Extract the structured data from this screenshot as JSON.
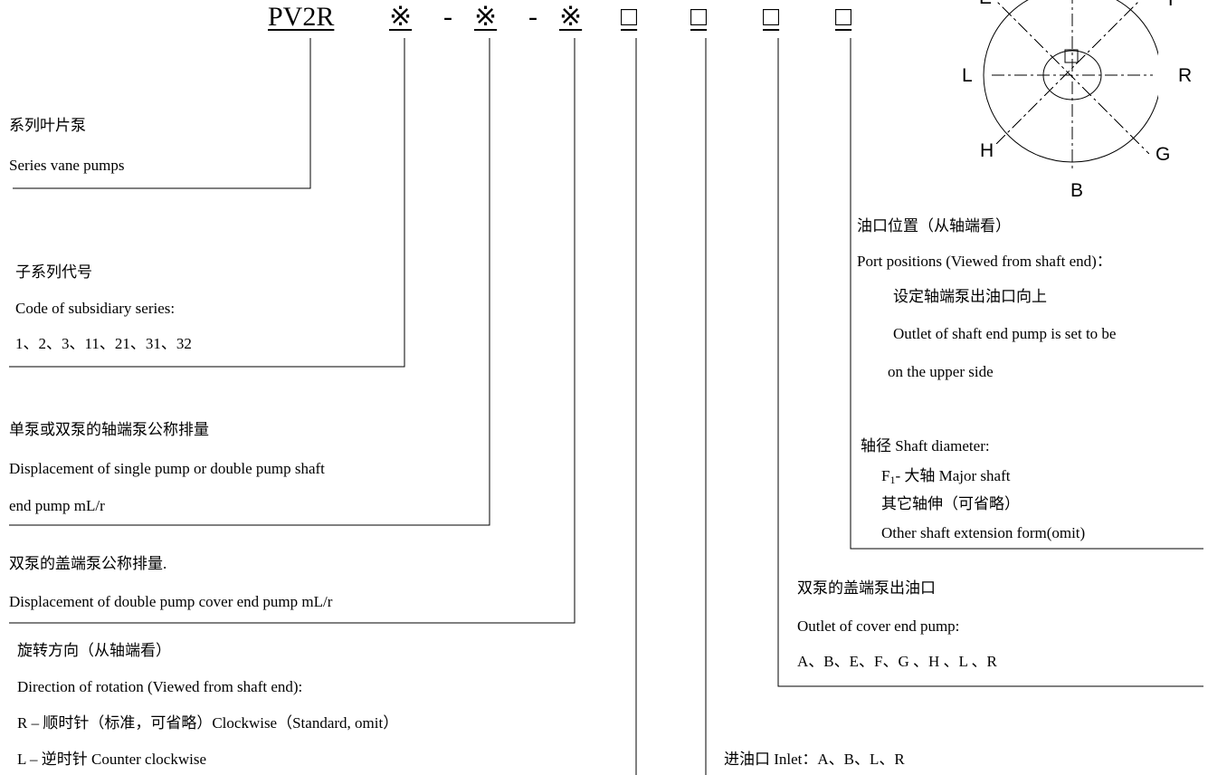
{
  "model_code": {
    "prefix": "PV2R",
    "placeholder_symbol": "※",
    "separator": "-",
    "box_symbol": "□"
  },
  "sections": {
    "series": {
      "cn": "系列叶片泵",
      "en": "Series vane pumps"
    },
    "subsidiary": {
      "cn": "子系列代号",
      "en": "Code of subsidiary series:",
      "values": "1、2、3、11、21、31、32"
    },
    "shaft_displacement": {
      "cn": "单泵或双泵的轴端泵公称排量",
      "en_line1": "Displacement of single pump or double pump shaft",
      "en_line2": "end pump mL/r"
    },
    "cover_displacement": {
      "cn": "双泵的盖端泵公称排量.",
      "en": "Displacement of double pump cover end pump    mL/r"
    },
    "rotation": {
      "cn": "旋转方向（从轴端看）",
      "en": "Direction of rotation (Viewed from shaft end):",
      "r_option": "R –  顺时针（标准，可省略）Clockwise（Standard, omit）",
      "l_option": "L –  逆时针 Counter clockwise"
    },
    "inlet": {
      "text": "进油口 Inlet：A、B、L、R"
    },
    "cover_outlet": {
      "cn": "双泵的盖端泵出油口",
      "en": "Outlet of cover end pump:",
      "values": "A、B、E、F、G 、H 、L 、R"
    },
    "shaft_diameter": {
      "title": "轴径 Shaft diameter:",
      "f1_prefix": "F",
      "f1_sub": "1",
      "f1_rest": "- 大轴  Major shaft",
      "other_cn": "其它轴伸（可省略）",
      "other_en": "Other shaft extension form(omit)"
    },
    "port_positions": {
      "cn": "油口位置（从轴端看）",
      "en": "Port positions (Viewed from shaft end)：",
      "note_cn": "设定轴端泵出油口向上",
      "note_en1": "Outlet of shaft end pump is set to be",
      "note_en2": "on the upper side"
    }
  },
  "port_diagram": {
    "labels": [
      "E",
      "F",
      "L",
      "R",
      "H",
      "G",
      "B"
    ]
  }
}
